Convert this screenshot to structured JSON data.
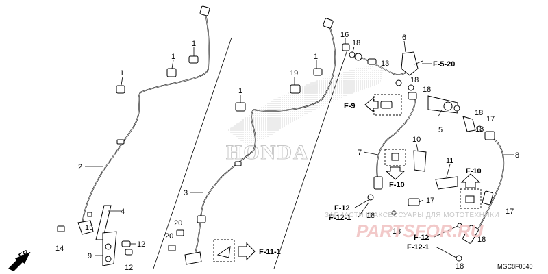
{
  "callouts": {
    "c1a": "1",
    "c1b": "1",
    "c1c": "1",
    "c1d": "1",
    "c1e": "1",
    "c2": "2",
    "c3": "3",
    "c4": "4",
    "c5": "5",
    "c6": "6",
    "c7": "7",
    "c8": "8",
    "c9": "9",
    "c10": "10",
    "c11": "11",
    "c12a": "12",
    "c12b": "12",
    "c13": "13",
    "c14": "14",
    "c15": "15",
    "c16": "16",
    "c17a": "17",
    "c17b": "17",
    "c17c": "17",
    "c18a": "18",
    "c18b": "18",
    "c18c": "18",
    "c18d": "18",
    "c18e": "18",
    "c18f": "18",
    "c18g": "18",
    "c18h": "18",
    "c18i": "18",
    "c19": "19",
    "c20a": "20",
    "c20b": "20"
  },
  "references": {
    "f5_20": "F-5-20",
    "f9": "F-9",
    "f10a": "F-10",
    "f10b": "F-10",
    "f11_1": "F-11-1",
    "f12a": "F-12",
    "f12_1a": "F-12-1",
    "f12b": "F-12",
    "f12_1b": "F-12-1"
  },
  "front_indicator": "FR.",
  "diagram_code": "MGC8F0540",
  "brand_watermark": "HONDA",
  "watermark": {
    "caption": "ЗАПЧАСТИ И АКСЕССУАРЫ ДЛЯ МОТОТЕХНИКИ",
    "site": "PARTSFOR.RU"
  },
  "colors": {
    "line": "#000000",
    "background": "#ffffff",
    "watermark_gray": "#c8c8c8",
    "watermark_pink": "#f2c9c9"
  }
}
